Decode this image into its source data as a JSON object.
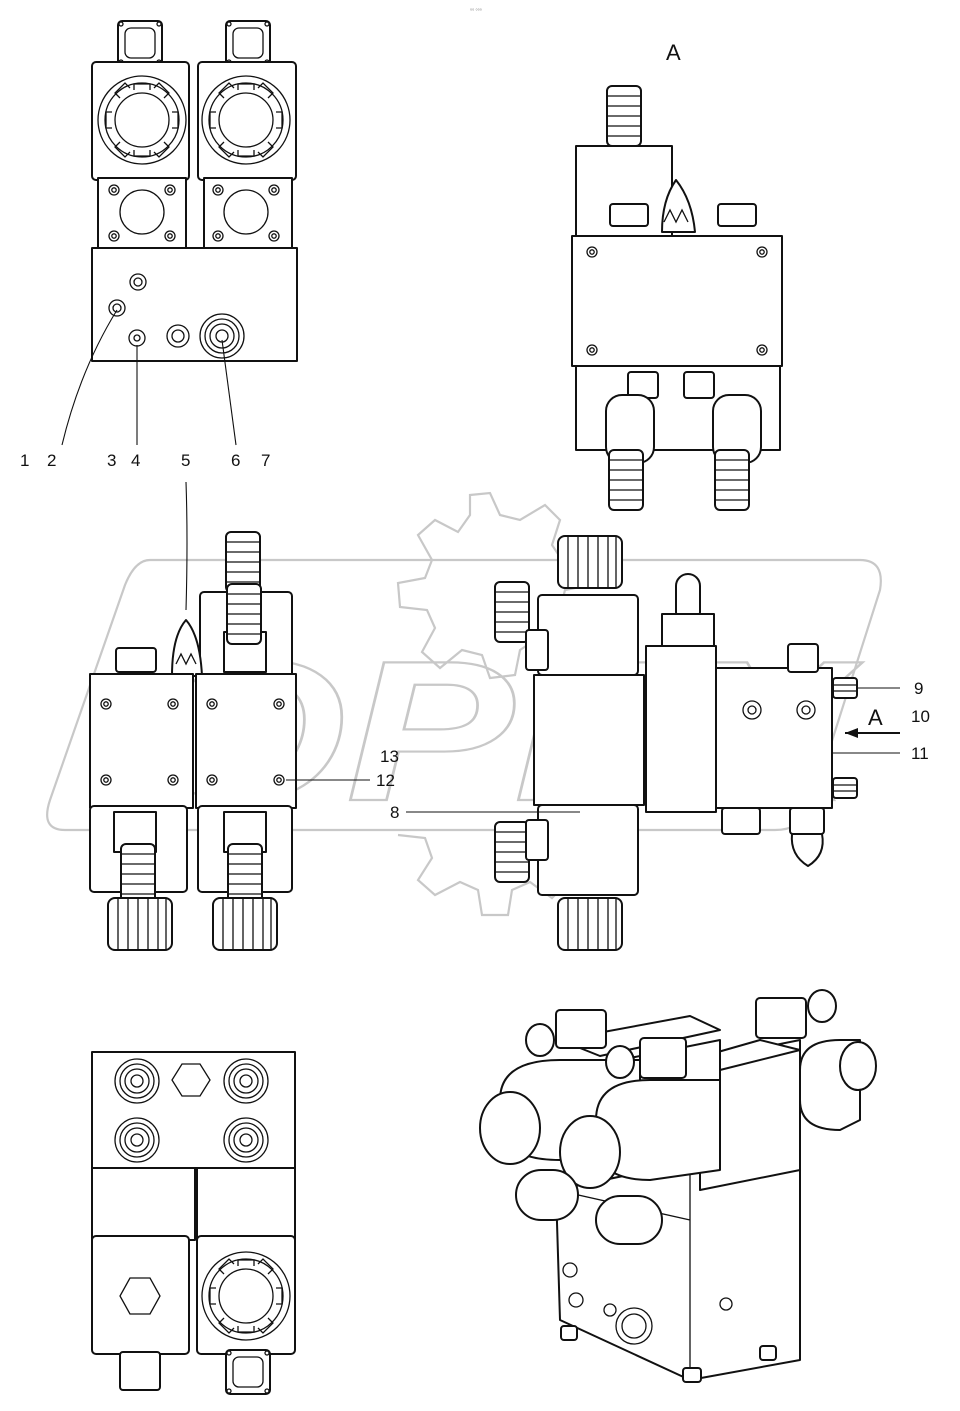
{
  "header_mark": "₀₀ ₀₀₀",
  "watermark": {
    "text": "OPEX"
  },
  "callouts": {
    "c1": "1",
    "c2": "2",
    "c3": "3",
    "c4": "4",
    "c5": "5",
    "c6": "6",
    "c7": "7",
    "c8": "8",
    "c9": "9",
    "c10": "10",
    "c11": "11",
    "c12": "12",
    "c13": "13"
  },
  "view_labels": {
    "view_a_title": "A",
    "view_a_arrow": "A"
  }
}
